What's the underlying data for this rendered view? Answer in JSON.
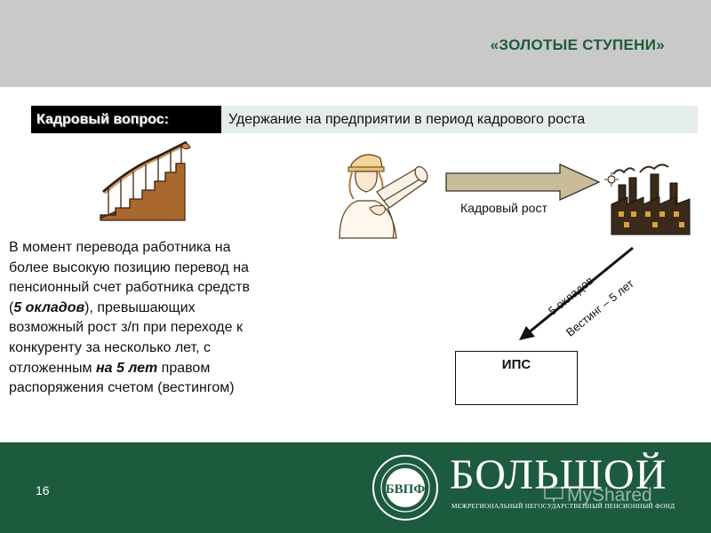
{
  "header": {
    "title": "«ЗОЛОТЫЕ СТУПЕНИ»"
  },
  "topic": {
    "label": "Кадровый вопрос:",
    "text": "Удержание на предприятии в период кадрового роста"
  },
  "illustrations": {
    "stairs": "stairs-icon",
    "worker": "worker-with-blueprints-icon",
    "factory": "factory-icon"
  },
  "diagram": {
    "growth_label": "Кадровый рост",
    "arrow_label_1": "5 окладов",
    "arrow_label_2": "Вестинг – 5 лет",
    "ips_label": "ИПС"
  },
  "description": {
    "line1": "В момент перевода работника на",
    "line2": "более высокую позицию перевод на",
    "line3": "пенсионный счет работника средств",
    "line4_open": "(",
    "line4_bold": "5 окладов",
    "line4_rest": "), превышающих",
    "line5": "возможный рост з/п при переходе к",
    "line6": "конкуренту за несколько лет,  с",
    "line7_start": "отложенным ",
    "line7_bold": "на 5 лет",
    "line7_end": " правом",
    "line8": "распоряжения счетом (вестингом)"
  },
  "footer": {
    "page_number": "16",
    "logo_name": "БОЛЬШОЙ",
    "logo_sub": "МЕЖРЕГИОНАЛЬНЫЙ НЕГОСУДАРСТВЕННЫЙ ПЕНСИОННЫЙ ФОНД",
    "seal_text": "БВПФ",
    "watermark": "MyShared"
  },
  "colors": {
    "header_bg": "#c9c9c9",
    "title": "#1e5a3a",
    "footer_bg": "#1d5b3e",
    "topic_text_bg": "#e5ede8",
    "arrow_fill": "#c8bd98"
  }
}
